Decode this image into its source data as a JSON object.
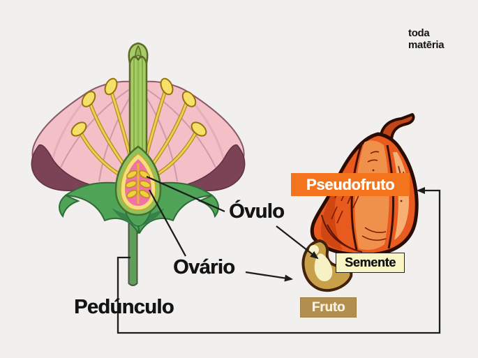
{
  "page": {
    "background": "#f1f0ee"
  },
  "logo": {
    "line1": "toda",
    "line2": "matēria"
  },
  "labels": {
    "ovulo": "Óvulo",
    "ovario": "Ovário",
    "pedunculo": "Pedúnculo"
  },
  "badges": {
    "pseudofruto": {
      "text": "Pseudofruto",
      "bg": "#f4731d",
      "text_color": "#ffffff"
    },
    "semente": {
      "text": "Semente",
      "bg": "#f9f5c5",
      "text_color": "#141414"
    },
    "fruto": {
      "text": "Fruto",
      "bg": "#b28f4e",
      "text_color": "#f8f1df"
    }
  },
  "figures": {
    "flower": "flower-cross-section",
    "pseudofruit": "orange-pseudofruit-pod",
    "seed": "kidney-shaped-seed-nut"
  },
  "colors": {
    "connector_line": "#1c1c1c",
    "label_text": "#141414",
    "petal_pink": "#f3c0c8",
    "petal_underside": "#7b4355",
    "sepal_green": "#4fa457",
    "pistil_green": "#a9cb66",
    "ovary_interior_pink": "#f272a5",
    "ovule_yellow": "#f2cf3d",
    "stem_green": "#5f9d58",
    "pod_orange": "#e85a1d",
    "seed_tan": "#c8a04a",
    "seed_cream": "#f7f1c6"
  }
}
